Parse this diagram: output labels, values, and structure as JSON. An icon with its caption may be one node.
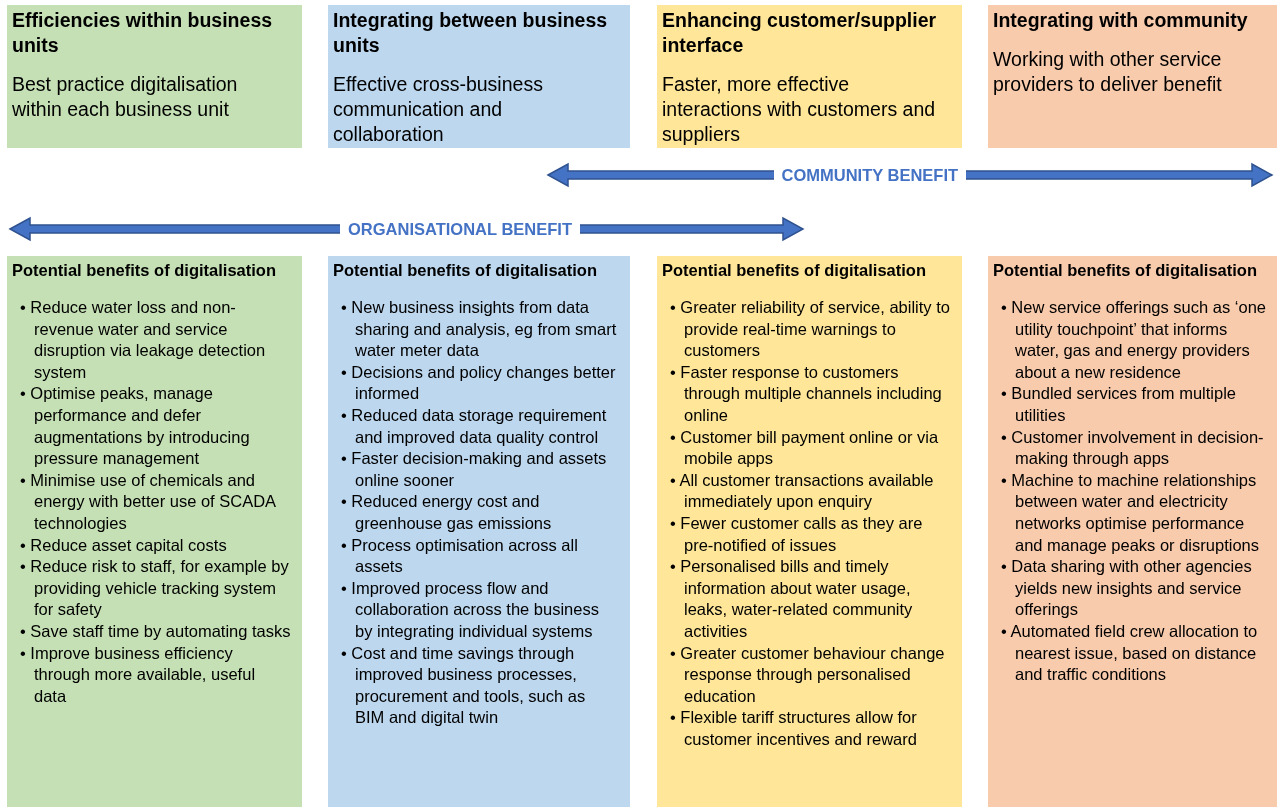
{
  "diagram": {
    "nodes": [
      {
        "text": [
          "Efficiencies within business units",
          "Best practice digitalisation within each business unit"
        ]
      },
      {
        "text": [
          "Integrating between business units",
          "Effective cross-business communication and collaboration"
        ]
      },
      {
        "text": [
          "Enhancing customer/supplier interface",
          "Faster, more effective interactions with customers and suppliers"
        ]
      },
      {
        "text": [
          "Integrating with community",
          "Working with other service providers to deliver benefit"
        ]
      },
      {
        "text": [
          "Potential benefits of digitalisation",
          "• Reduce water loss and non-revenue water and service disruption via leakage detection system",
          "• Optimise peaks, manage performance and defer augmentations by introducing pressure management",
          "• Minimise use of chemicals and energy with better use of SCADA technologies",
          "• Reduce asset capital costs",
          "• Reduce risk to staff, for example by providing vehicle tracking system for safety",
          "• Save staff time by automating tasks",
          "• Improve business efficiency through more available, useful data"
        ]
      },
      {
        "text": [
          "Potential benefits of digitalisation",
          "• New business insights from data sharing and analysis, eg from smart water meter data",
          "• Decisions and policy changes better informed",
          "• Reduced data storage requirement and improved data quality control",
          "• Faster decision-making and assets online sooner",
          "• Reduced energy cost and greenhouse gas emissions",
          "• Process optimisation across all assets",
          "• Improved process flow and collaboration across the business by integrating individual systems",
          "• Cost and time savings through improved business processes, procurement and tools, such as BIM and digital twin"
        ]
      },
      {
        "text": [
          "Potential benefits of digitalisation",
          "• Greater reliability of service, ability to provide real-time warnings to customers",
          "• Faster response to customers through multiple channels including online",
          "• Customer bill payment online or via mobile apps",
          "• All customer transactions available immediately upon enquiry",
          "• Fewer customer calls as they are pre-notified of issues",
          "• Personalised bills and timely information about water usage, leaks, water-related community activities",
          "• Greater customer behaviour change response through personalised education",
          "• Flexible tariff structures allow for customer incentives and reward"
        ]
      },
      {
        "text": [
          "Potential benefits of digitalisation",
          "• New service offerings such as ‘one utility touchpoint’ that informs water, gas and energy providers about a new residence",
          "• Bundled services from multiple utilities",
          "• Customer involvement in decision-making through apps",
          "• Machine to machine relationships between water and electricity networks optimise performance and manage peaks or disruptions",
          "• Data sharing with other agencies yields new insights and service offerings",
          "• Automated field crew allocation to nearest issue, based on distance and traffic conditions"
        ]
      }
    ],
    "labels": [
      "COMMUNITY BENEFIT",
      "ORGANISATIONAL BENEFIT"
    ]
  }
}
